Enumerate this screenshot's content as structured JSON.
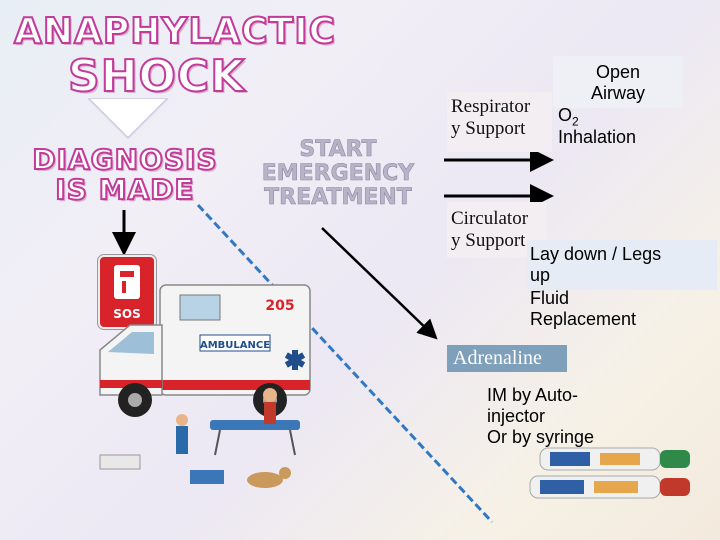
{
  "titles": {
    "line1": "ANAPHYLACTIC",
    "line2": "SHOCK",
    "diagnosis": [
      "DIAGNOSIS",
      "IS MADE"
    ],
    "start": [
      "START",
      "EMERGENCY",
      "TREATMENT"
    ]
  },
  "steps": {
    "respiratory_lines": [
      "Respirator",
      "y Support"
    ],
    "circulatory_lines": [
      "Circulator",
      "y Support"
    ],
    "open_airway_lines": [
      "Open",
      "Airway"
    ],
    "o2_prefix": "O",
    "o2_sub": "2",
    "inhalation": "Inhalation",
    "lay_down_lines": [
      "Lay down / Legs",
      "up"
    ],
    "fluid_lines": [
      "Fluid",
      "Replacement"
    ],
    "adrenaline": "Adrenaline",
    "im_lines": [
      "IM by Auto-",
      "injector",
      "Or  by syringe"
    ]
  },
  "images": {
    "phone_badge": "SOS",
    "ambulance_label": "AMBULANCE",
    "ambulance_number": "205"
  },
  "colors": {
    "title_outline": "#c23a9a",
    "phone_red": "#d8232a",
    "dashed_line": "#2f78c4",
    "adrenaline_box": "#7fa0bb",
    "arrow": "#000000"
  }
}
